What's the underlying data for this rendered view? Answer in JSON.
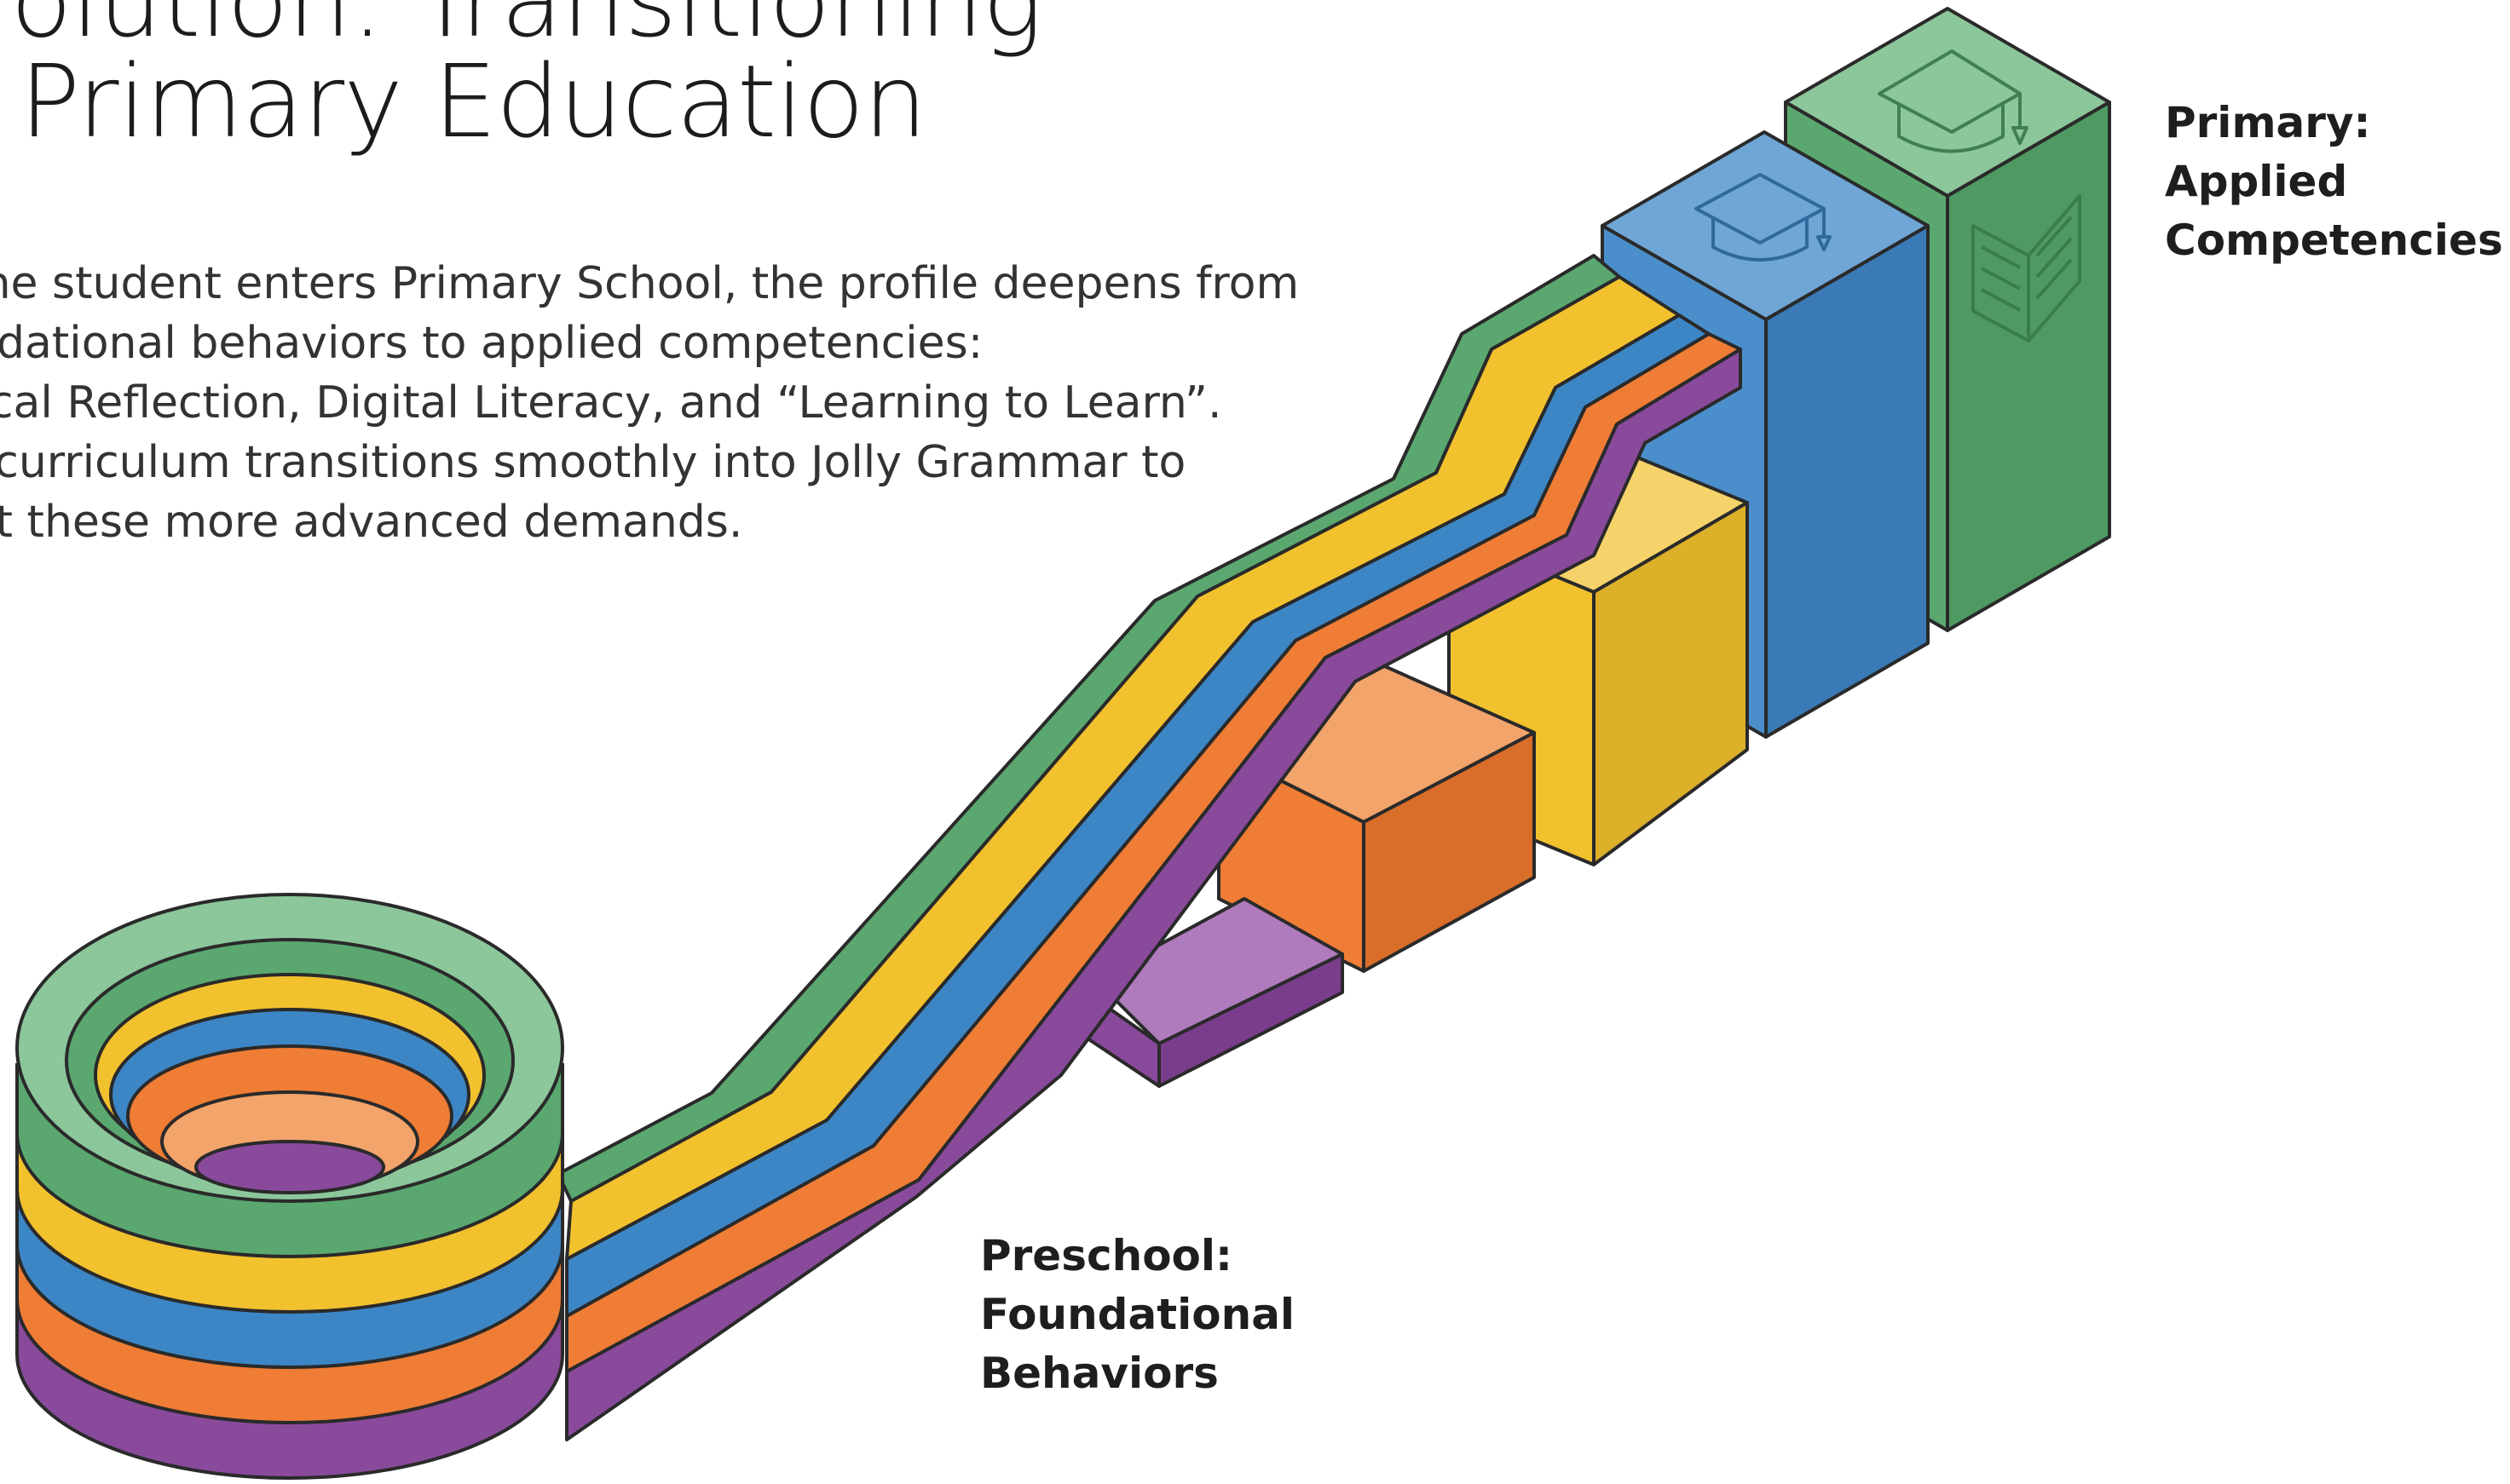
{
  "title": "Evolution: Transitioning\nto Primary Education",
  "body": "As the student enters Primary School, the profile deepens from\nfoundational behaviors to applied competencies:\nCritical Reflection, Digital Literacy, and “Learning to Learn”.\nThe curriculum transitions smoothly into Jolly Grammar to\nmeet these more advanced demands.",
  "labels": {
    "primary": "Primary:\nApplied\nCompetencies",
    "preschool": "Preschool:\nFoundational\nBehaviors"
  },
  "icons": [
    "graduation-cap-icon",
    "open-book-icon"
  ],
  "colors": {
    "green": "#5aa870",
    "yellow": "#f2c12e",
    "blue": "#3c86c6",
    "orange": "#ef7d35",
    "purple": "#8a4a9c",
    "outline": "#2a2a2a"
  }
}
